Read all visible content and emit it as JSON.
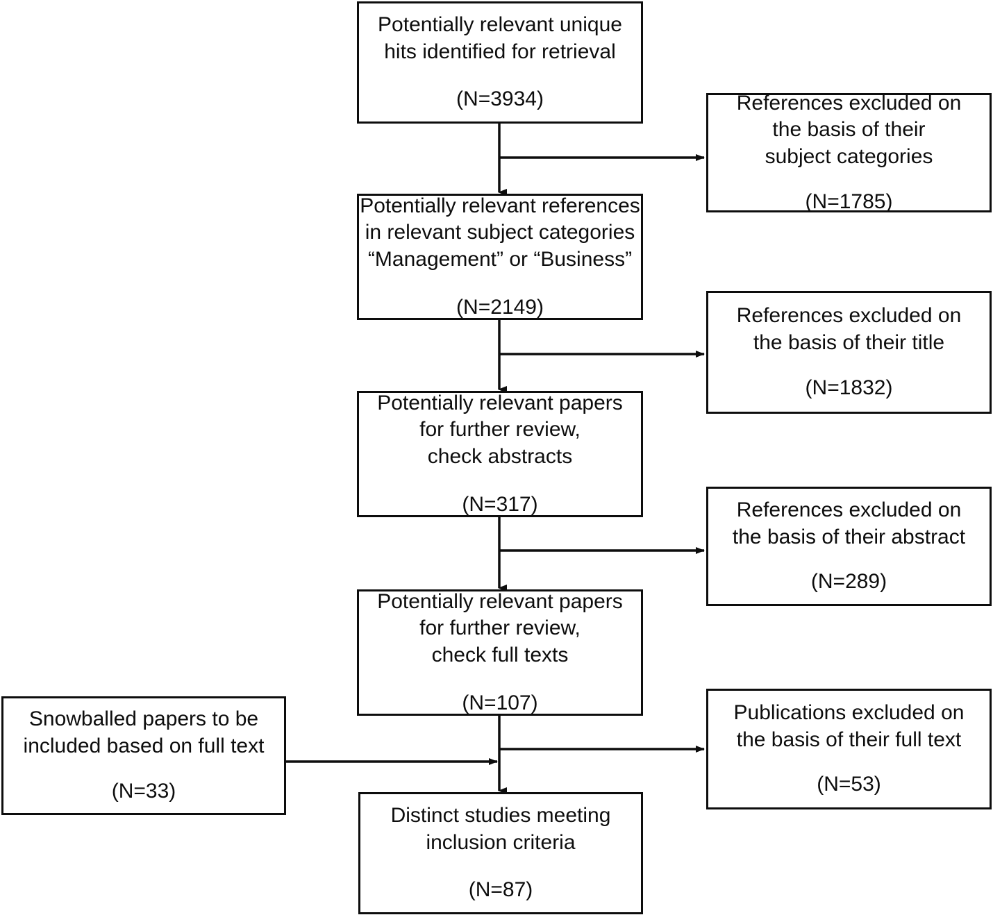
{
  "diagram": {
    "type": "prisma-flow-diagram",
    "title": "Literature search and screening flow",
    "stroke_color": "#0d0d0d",
    "background_color": "#ffffff"
  },
  "nodes": {
    "hits": {
      "id": "potentially-relevant-unique-hits",
      "lines": [
        "Potentially relevant unique",
        "hits identified for retrieval"
      ],
      "count": "(N=3934)",
      "n": 3934
    },
    "subject": {
      "id": "potentially-relevant-references-subject-categories",
      "lines": [
        "Potentially relevant references",
        "in relevant subject categories",
        "“Management” or “Business”"
      ],
      "count": "(N=2149)",
      "n": 2149
    },
    "abstracts": {
      "id": "potentially-relevant-papers-check-abstracts",
      "lines": [
        "Potentially relevant papers",
        "for further review,",
        "check abstracts"
      ],
      "count": "(N=317)",
      "n": 317
    },
    "fulltexts": {
      "id": "potentially-relevant-papers-check-full-texts",
      "lines": [
        "Potentially relevant papers",
        "for further review,",
        "check full texts"
      ],
      "count": "(N=107)",
      "n": 107
    },
    "included": {
      "id": "distinct-studies-meeting-inclusion-criteria",
      "lines": [
        "Distinct studies meeting",
        "inclusion criteria"
      ],
      "count": "(N=87)",
      "n": 87
    },
    "excl_subject": {
      "id": "references-excluded-subject-categories",
      "lines": [
        "References excluded on",
        "the basis of their",
        "subject categories"
      ],
      "count": "(N=1785)",
      "n": 1785
    },
    "excl_title": {
      "id": "references-excluded-title",
      "lines": [
        "References excluded on",
        "the basis of their title"
      ],
      "count": "(N=1832)",
      "n": 1832
    },
    "excl_abstract": {
      "id": "references-excluded-abstract",
      "lines": [
        "References excluded on",
        "the basis of their abstract"
      ],
      "count": "(N=289)",
      "n": 289
    },
    "excl_fulltext": {
      "id": "publications-excluded-full-text",
      "lines": [
        "Publications excluded on",
        "the basis of their full text"
      ],
      "count": "(N=53)",
      "n": 53
    },
    "snowball": {
      "id": "snowballed-papers-included-full-text",
      "lines": [
        "Snowballed papers to be",
        "included based on full text"
      ],
      "count": "(N=33)",
      "n": 33
    }
  },
  "edges": [
    {
      "from": "hits",
      "to": "subject",
      "kind": "vertical-arrow"
    },
    {
      "from": "hits",
      "to": "excl_subject",
      "kind": "branch-right-arrow"
    },
    {
      "from": "subject",
      "to": "abstracts",
      "kind": "vertical-arrow"
    },
    {
      "from": "subject",
      "to": "excl_title",
      "kind": "branch-right-arrow"
    },
    {
      "from": "abstracts",
      "to": "fulltexts",
      "kind": "vertical-arrow"
    },
    {
      "from": "abstracts",
      "to": "excl_abstract",
      "kind": "branch-right-arrow"
    },
    {
      "from": "fulltexts",
      "to": "included",
      "kind": "vertical-arrow"
    },
    {
      "from": "fulltexts",
      "to": "excl_fulltext",
      "kind": "branch-right-arrow"
    },
    {
      "from": "snowball",
      "to": "included",
      "kind": "merge-right-arrow"
    }
  ]
}
